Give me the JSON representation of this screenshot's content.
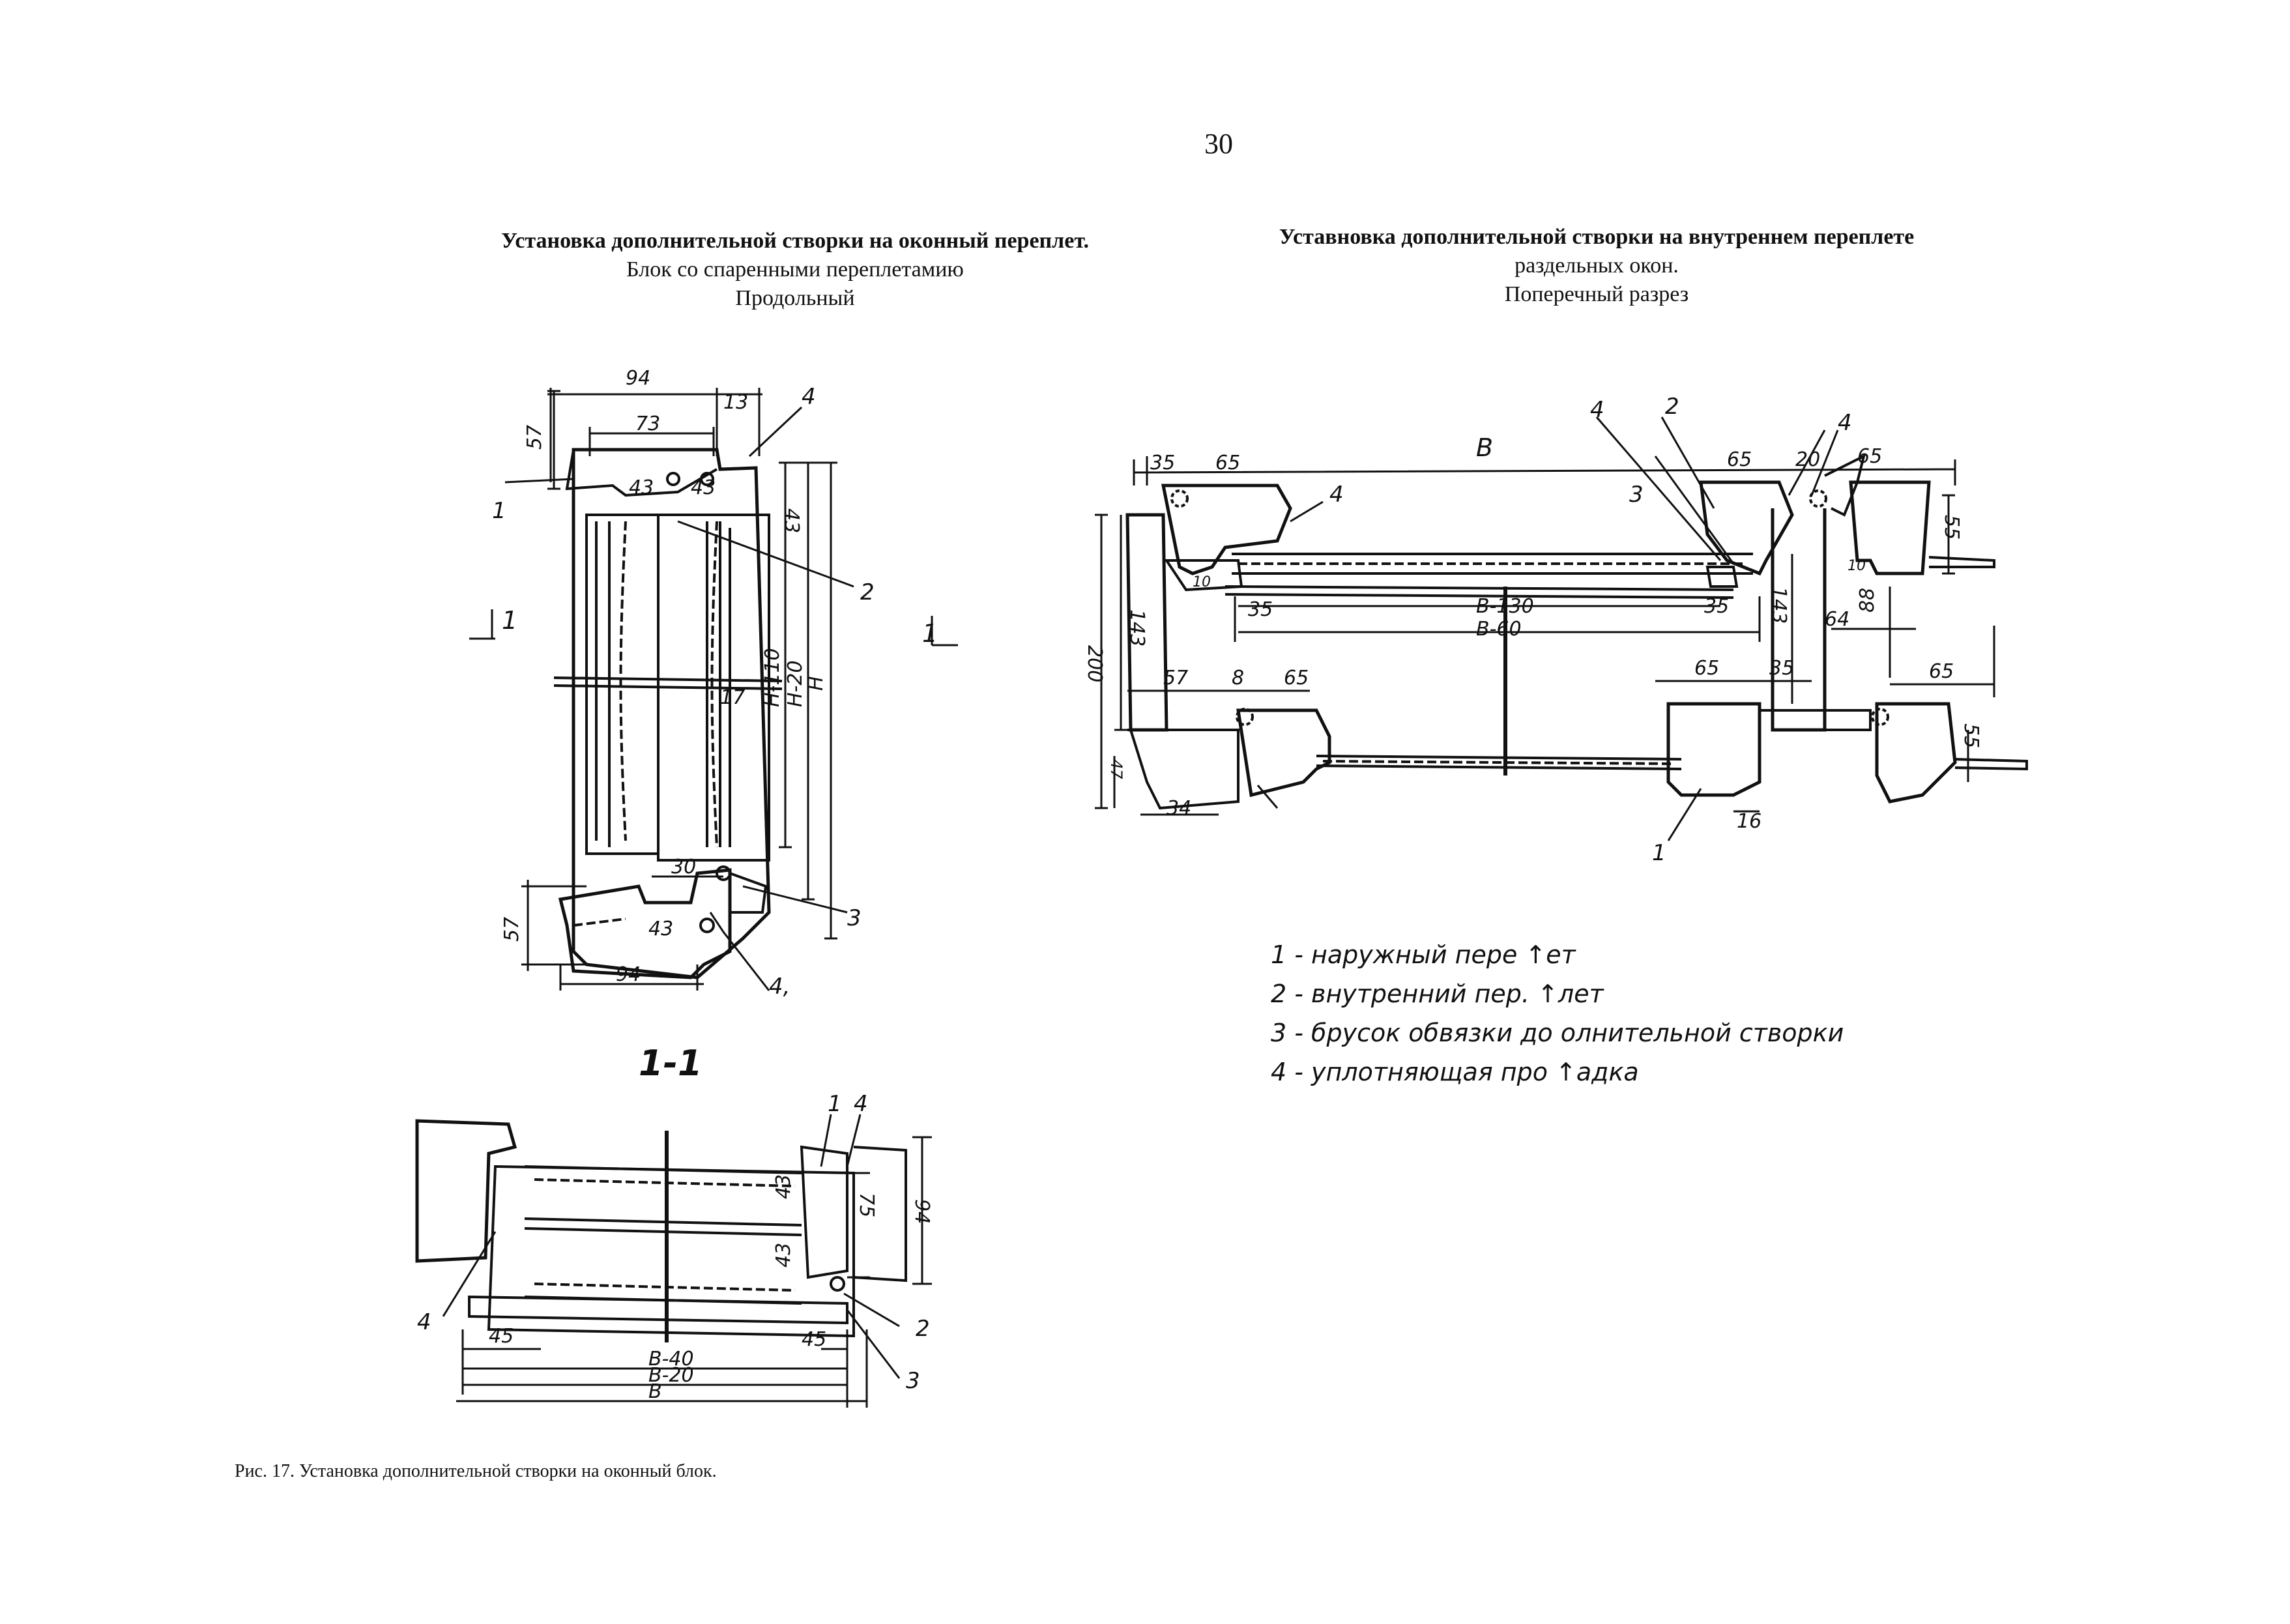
{
  "page": {
    "number": "30"
  },
  "left_title": {
    "line1": "Установка дополнительной створки на оконный переплет.",
    "line2": "Блок со спаренными переплетамию",
    "line3": "Продольный"
  },
  "right_title": {
    "line1": "Уставновка дополнительной створки на внутреннем переплете",
    "line2": "раздельных окон.",
    "line3": "Поперечный разрез"
  },
  "section_label": "1-1",
  "legend": {
    "items": [
      "1 - наружный пере ↑ет",
      "2 - внутренний пер. ↑лет",
      "3 - брусок обвязки до олнительной створки",
      "4 - уплотняющая про ↑адка"
    ]
  },
  "caption": "Рис. 17. Установка дополнительной створки на оконный блок.",
  "dims_left": {
    "d94_top": "94",
    "d13": "13",
    "d73": "73",
    "d57_top": "57",
    "d43a": "43",
    "d43b": "43",
    "d43c": "43",
    "d17": "17",
    "dH110": "H-110",
    "dH20": "H-20",
    "dH": "H",
    "d30": "30",
    "d57_bot": "57",
    "d43_bot": "43",
    "d94_bot": "94",
    "n1": "1",
    "n2": "2",
    "n3": "3",
    "n4a": "4",
    "n4b": "4,",
    "cut_a": "1",
    "cut_b": "1"
  },
  "dims_section": {
    "d45a": "45",
    "d45b": "45",
    "dB40": "В-40",
    "dB20": "В-20",
    "dB": "В",
    "d43a": "43",
    "d43b": "43",
    "d75": "75",
    "d94": "94",
    "n1": "1",
    "n2": "2",
    "n3": "3",
    "n4a": "4",
    "n4b": "4"
  },
  "dims_right": {
    "dB": "В",
    "d35a": "35",
    "d65a": "65",
    "d65b": "65",
    "d20": "20",
    "d65c": "65",
    "d55a": "55",
    "d35b": "35",
    "d35c": "35",
    "dB130": "В-130",
    "dB60": "В-60",
    "d143a": "143",
    "d200": "200",
    "d57": "57",
    "d8": "8",
    "d65d": "65",
    "d65e": "65",
    "d35d": "35",
    "d143b": "143",
    "d64": "64",
    "d88": "88",
    "d65f": "65",
    "d55b": "55",
    "d34": "34",
    "d16": "16",
    "d10a": "10",
    "d10b": "10",
    "d47": "47",
    "n1": "1",
    "n2": "2",
    "n3": "3",
    "n4a": "4",
    "n4b": "4",
    "n4c": "4"
  }
}
